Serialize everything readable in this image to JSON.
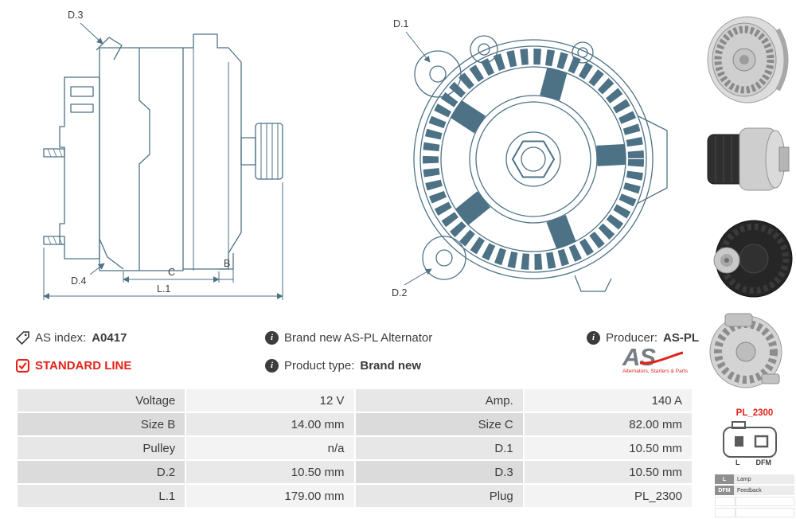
{
  "colors": {
    "accent_red": "#e2231a",
    "drawing_line": "#4d7286",
    "text": "#3c3c3c"
  },
  "icons": {
    "info_glyph": "i"
  },
  "header": {
    "as_index_label": "AS index:",
    "as_index_value": "A0417",
    "standard_line_label": "STANDARD LINE",
    "description": "Brand new AS-PL Alternator",
    "product_type_label": "Product type:",
    "product_type_value": "Brand new",
    "producer_label": "Producer:",
    "producer_value": "AS-PL",
    "logo_text": "AS",
    "logo_tagline": "Alternators, Starters & Parts"
  },
  "drawings": {
    "side": {
      "d3": "D.3",
      "d4": "D.4",
      "c": "C",
      "b": "B",
      "l1": "L.1"
    },
    "front": {
      "d1": "D.1",
      "d2": "D.2"
    }
  },
  "plug": {
    "name": "PL_2300",
    "pin_labels": {
      "l": "L",
      "dfm": "DFM"
    },
    "legend": [
      {
        "key": "L",
        "value": "Lamp"
      },
      {
        "key": "DFM",
        "value": "Feedback"
      }
    ]
  },
  "spec_table": {
    "rows": [
      {
        "label1": "Voltage",
        "value1": "12 V",
        "label2": "Amp.",
        "value2": "140 A"
      },
      {
        "label1": "Size B",
        "value1": "14.00 mm",
        "label2": "Size C",
        "value2": "82.00 mm"
      },
      {
        "label1": "Pulley",
        "value1": "n/a",
        "label2": "D.1",
        "value2": "10.50 mm"
      },
      {
        "label1": "D.2",
        "value1": "10.50 mm",
        "label2": "D.3",
        "value2": "10.50 mm"
      },
      {
        "label1": "L.1",
        "value1": "179.00 mm",
        "label2": "Plug",
        "value2": "PL_2300"
      }
    ]
  }
}
